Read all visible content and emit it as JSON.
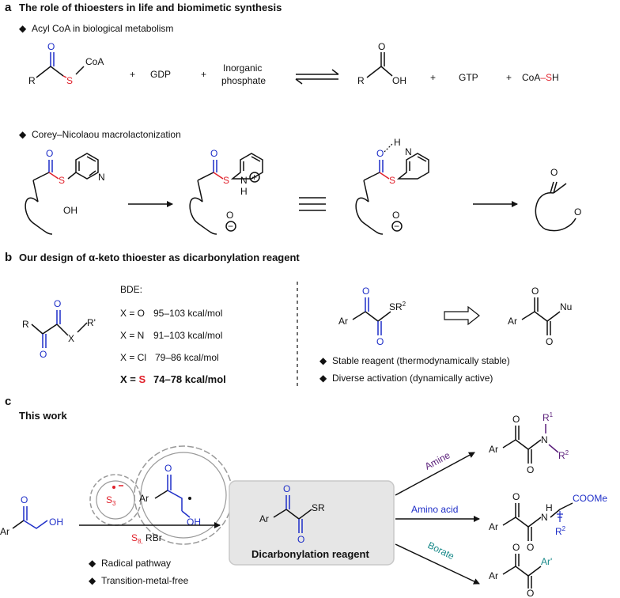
{
  "panel_a": {
    "label": "a",
    "title": "The role of thioesters in life and  biomimetic synthesis",
    "bullet1": "Acyl CoA in biological metabolism",
    "bullet2": "Corey–Nicolaou macrolactonization",
    "eq1": {
      "r": "R",
      "o": "O",
      "s": "S",
      "coa": "CoA",
      "plus": "+",
      "gdp": "GDP",
      "inorg1": "Inorganic",
      "inorg2": "phosphate",
      "oh": "OH",
      "gtp": "GTP",
      "coash_a": "CoA",
      "coash_dash": "–",
      "coash_s": "S",
      "coash_h": "H"
    },
    "eq2": {
      "o": "O",
      "s": "S",
      "n": "N",
      "oh": "OH",
      "h": "H",
      "minus": "−",
      "plus": "+"
    }
  },
  "panel_b": {
    "label": "b",
    "title_pre": "Our design of ",
    "title_alpha": "α",
    "title_post": "-keto thioester as dicarbonylation reagent",
    "r": "R",
    "rp": "R'",
    "x": "X",
    "o": "O",
    "bde_title": "BDE:",
    "bde_rows": [
      {
        "x": "X = O",
        "val": "95–103 kcal/mol"
      },
      {
        "x": "X = N",
        "val": "91–103 kcal/mol"
      },
      {
        "x": "X = Cl",
        "val": "79–86  kcal/mol"
      }
    ],
    "bde_s_pre": "X = ",
    "bde_s_el": "S",
    "bde_s_val": "74–78  kcal/mol",
    "ar": "Ar",
    "sr2": "SR",
    "sup2": "2",
    "nu": "Nu",
    "point1": "Stable reagent (thermodynamically stable)",
    "point2": "Diverse activation (dynamically active)"
  },
  "panel_c": {
    "label": "c",
    "subtitle": "This work",
    "ar": "Ar",
    "o": "O",
    "oh": "OH",
    "s3": "S",
    "s3sub": "3",
    "cond_s8": "S",
    "cond_8": "8,",
    "cond_rbr": " RBr",
    "point1": "Radical pathway",
    "point2": "Transition-metal-free",
    "box_label": "Dicarbonylation reagent",
    "sr": "SR",
    "amine": "Amine",
    "amino_acid": "Amino acid",
    "borate": "Borate",
    "n": "N",
    "r1": "R",
    "r2": "R",
    "sup1": "1",
    "sup2": "2",
    "h": "H",
    "coome": "COOMe",
    "arp": "Ar'"
  }
}
